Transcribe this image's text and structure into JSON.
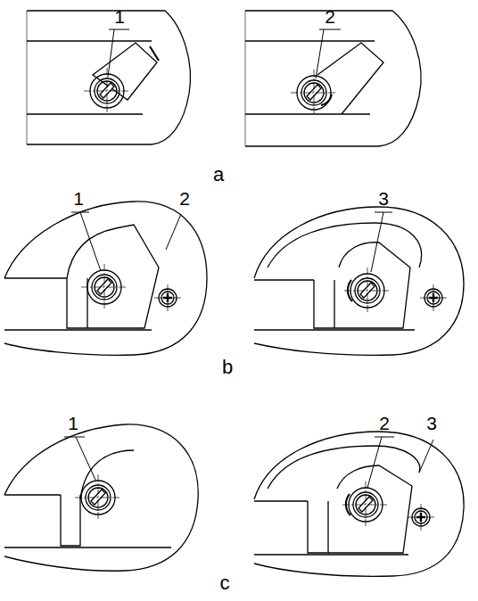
{
  "diagram": {
    "labels": [
      "1",
      "2",
      "a",
      "1",
      "2",
      "3",
      "b",
      "1",
      "2",
      "3",
      "c"
    ]
  }
}
